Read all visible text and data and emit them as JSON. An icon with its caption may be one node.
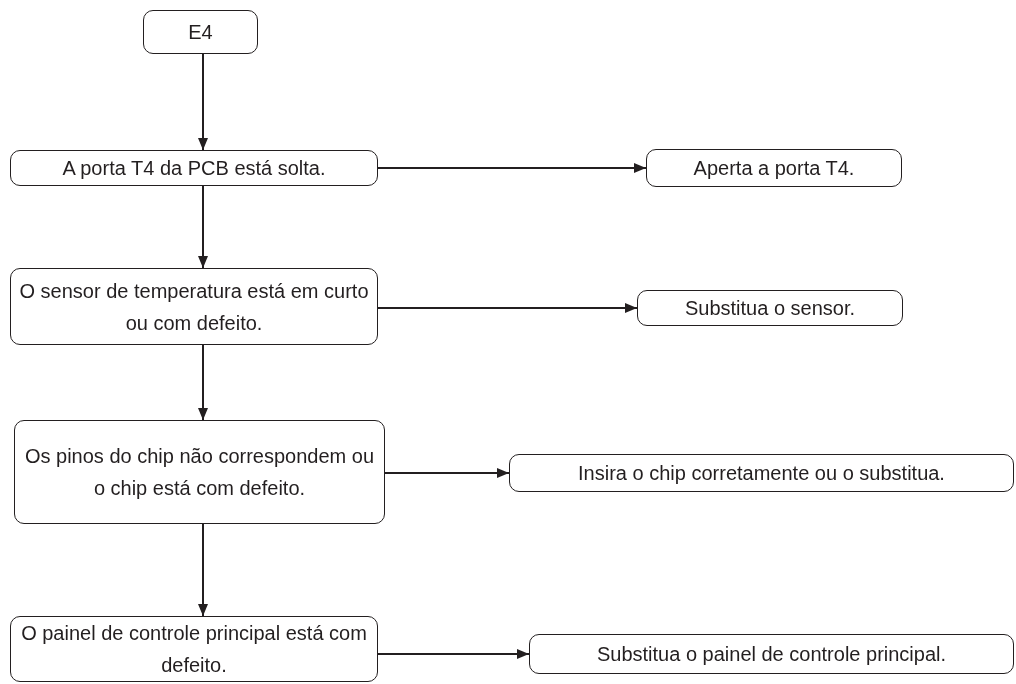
{
  "diagram": {
    "nodes": [
      {
        "text": [
          "E4"
        ]
      },
      {
        "text": [
          "A porta T4 da PCB está solta."
        ]
      },
      {
        "text": [
          "Aperta a porta T4."
        ]
      },
      {
        "text": [
          "O sensor de temperatura está em curto ou com defeito."
        ]
      },
      {
        "text": [
          "Substitua o sensor."
        ]
      },
      {
        "text": [
          "Os pinos do chip não correspondem ou o chip está com defeito."
        ]
      },
      {
        "text": [
          "Insira o chip corretamente ou o substitua."
        ]
      },
      {
        "text": [
          "O painel de controle principal está com defeito."
        ]
      },
      {
        "text": [
          "Substitua o painel de controle principal."
        ]
      }
    ],
    "edges": [
      {
        "from": 0,
        "to": 1,
        "arrow": "to"
      },
      {
        "from": 1,
        "to": 2,
        "arrow": "to"
      },
      {
        "from": 1,
        "to": 3,
        "arrow": "to"
      },
      {
        "from": 3,
        "to": 4,
        "arrow": "to"
      },
      {
        "from": 3,
        "to": 5,
        "arrow": "to"
      },
      {
        "from": 5,
        "to": 6,
        "arrow": "to"
      },
      {
        "from": 5,
        "to": 7,
        "arrow": "to"
      },
      {
        "from": 7,
        "to": 8,
        "arrow": "to"
      }
    ]
  }
}
